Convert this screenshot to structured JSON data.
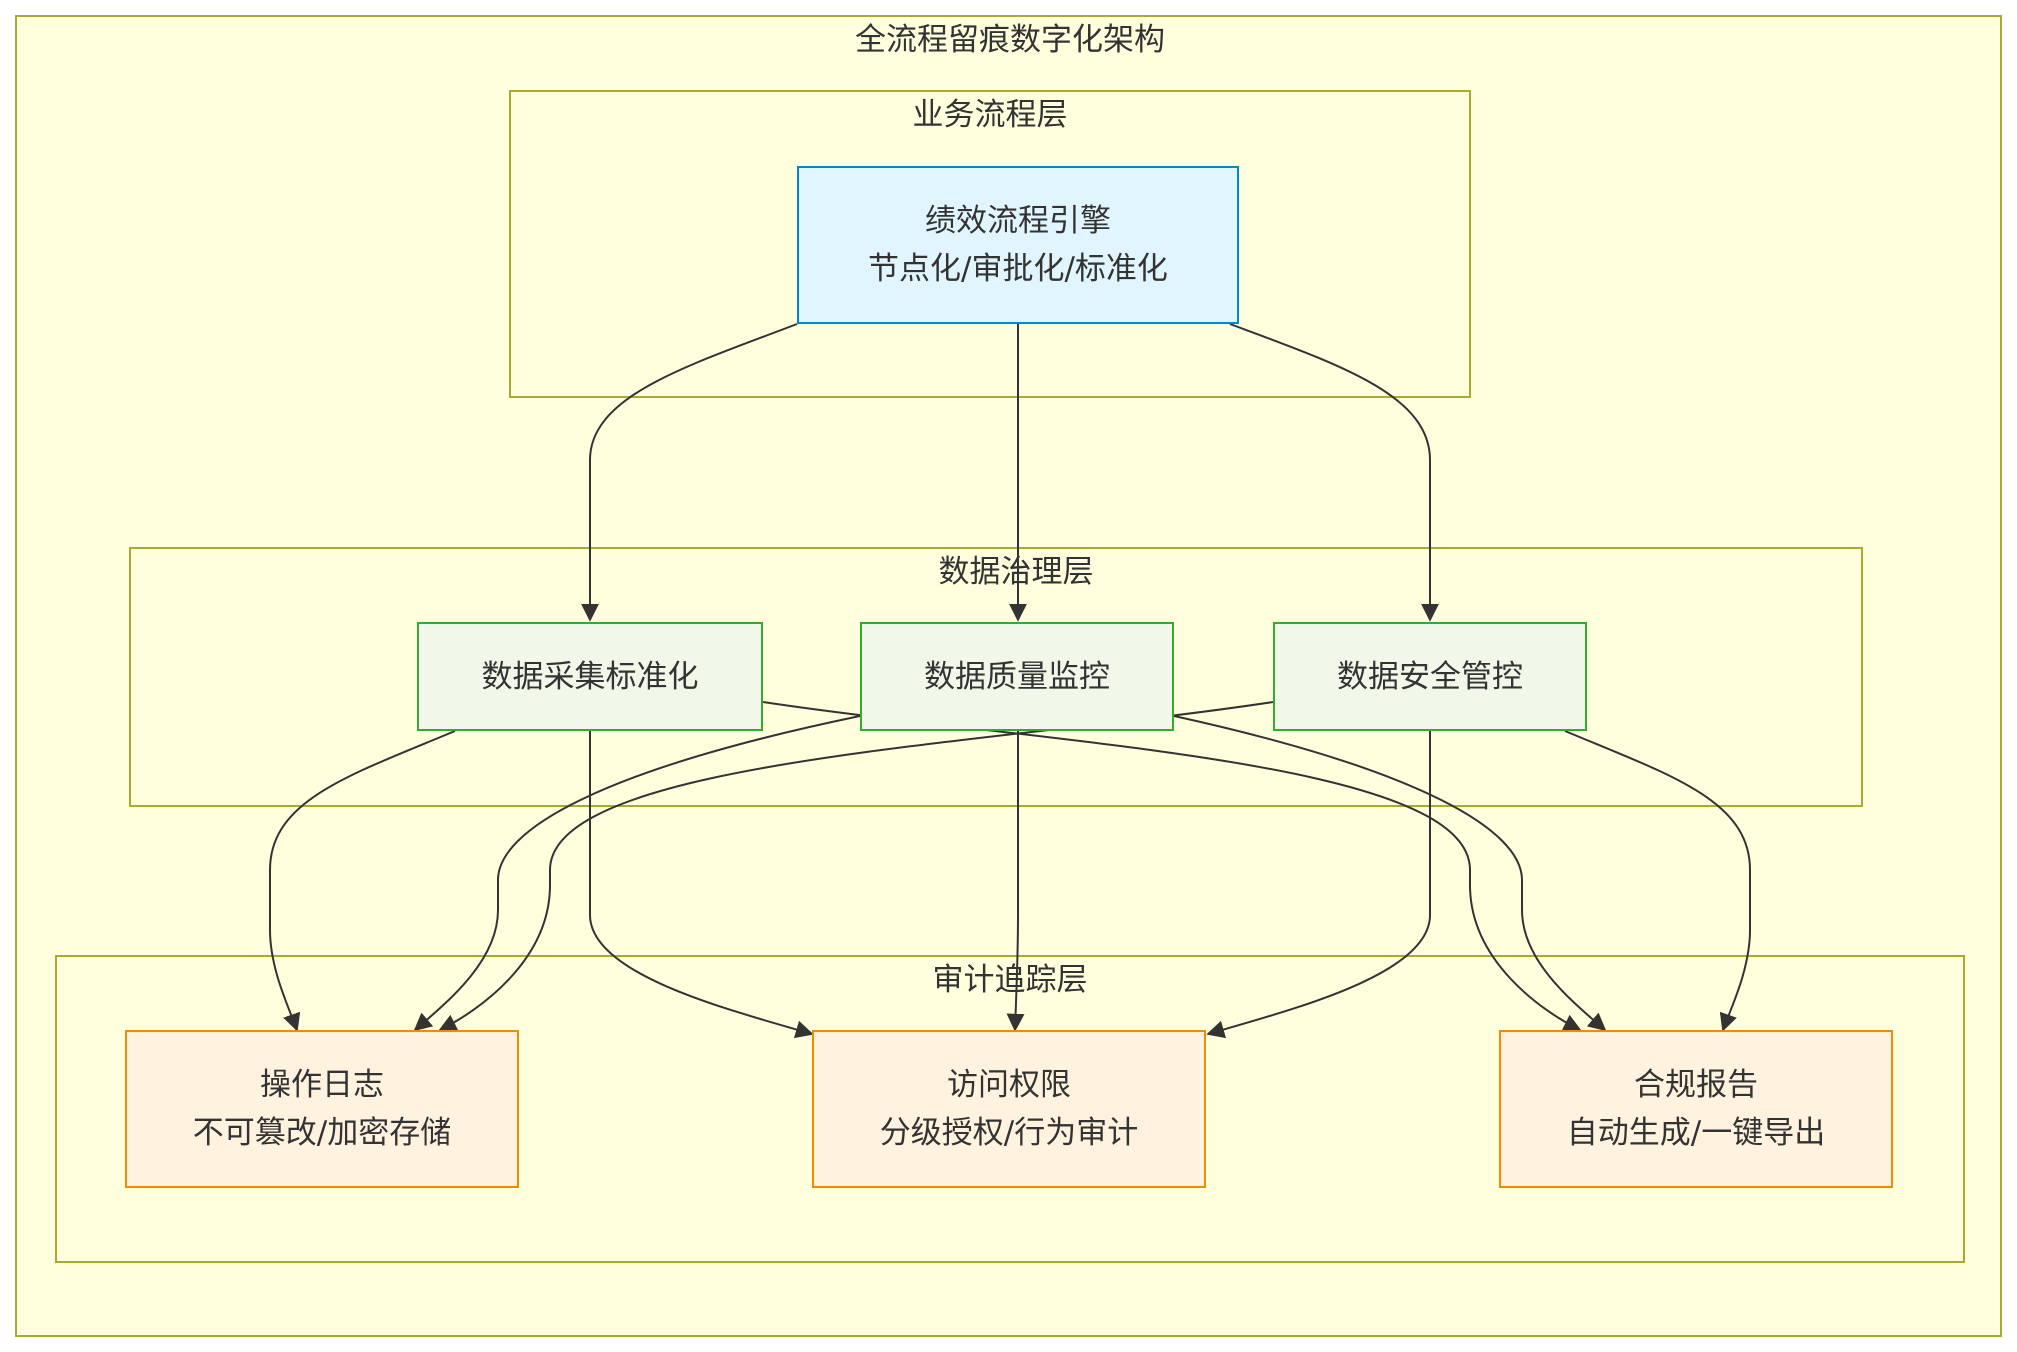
{
  "diagram": {
    "title": "全流程留痕数字化架构",
    "clusters": {
      "business": {
        "label": "业务流程层"
      },
      "data_governance": {
        "label": "数据治理层"
      },
      "audit": {
        "label": "审计追踪层"
      }
    },
    "nodes": {
      "engine": {
        "line1": "绩效流程引擎",
        "line2": "节点化/审批化/标准化"
      },
      "collect": {
        "line1": "数据采集标准化"
      },
      "quality": {
        "line1": "数据质量监控"
      },
      "security": {
        "line1": "数据安全管控"
      },
      "oplog": {
        "line1": "操作日志",
        "line2": "不可篡改/加密存储"
      },
      "access": {
        "line1": "访问权限",
        "line2": "分级授权/行为审计"
      },
      "report": {
        "line1": "合规报告",
        "line2": "自动生成/一键导出"
      }
    },
    "edges": [
      {
        "from": "engine",
        "to": "collect"
      },
      {
        "from": "engine",
        "to": "quality"
      },
      {
        "from": "engine",
        "to": "security"
      },
      {
        "from": "collect",
        "to": "oplog"
      },
      {
        "from": "collect",
        "to": "access"
      },
      {
        "from": "collect",
        "to": "report"
      },
      {
        "from": "quality",
        "to": "oplog"
      },
      {
        "from": "quality",
        "to": "access"
      },
      {
        "from": "quality",
        "to": "report"
      },
      {
        "from": "security",
        "to": "oplog"
      },
      {
        "from": "security",
        "to": "access"
      },
      {
        "from": "security",
        "to": "report"
      }
    ],
    "colors": {
      "outer_fill": "#ffffde",
      "outer_stroke": "#aaaa33",
      "edge": "#333333",
      "engine_fill": "#e1f5fe",
      "engine_stroke": "#0288d1",
      "governance_fill": "#f1f8e9",
      "governance_stroke": "#33aa33",
      "audit_fill": "#fff3e0",
      "audit_stroke": "#f08c00"
    }
  }
}
